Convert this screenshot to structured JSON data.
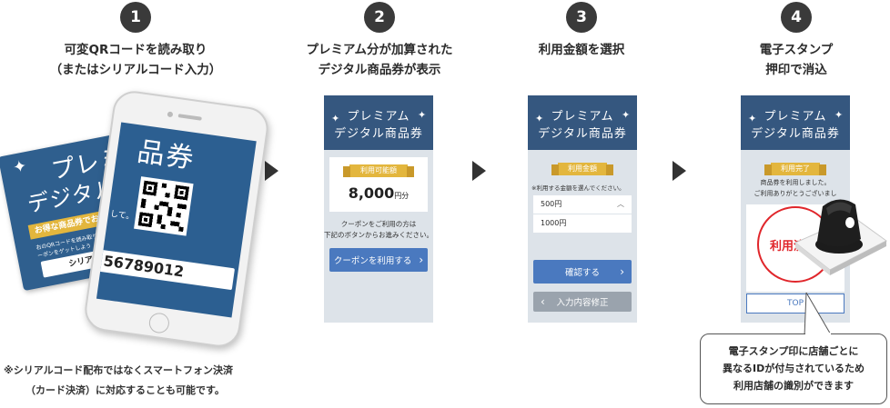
{
  "steps": [
    {
      "number": "1",
      "title_line1": "可変QRコードを読み取り",
      "title_line2": "（またはシリアルコード入力）"
    },
    {
      "number": "2",
      "title_line1": "プレミアム分が加算された",
      "title_line2": "デジタル商品券が表示"
    },
    {
      "number": "3",
      "title_line1": "利用金額を選択",
      "title_line2": ""
    },
    {
      "number": "4",
      "title_line1": "電子スタンプ",
      "title_line2": "押印で消込"
    }
  ],
  "card": {
    "title_line1": "プレミ",
    "title_line2": "デジタル",
    "banner": "お得な商品券でお得に",
    "small_text": "右のQRコードを読み取りシリアル お得なクーポンをゲットしよう",
    "serial_label": "シリアルナンバ"
  },
  "phone1": {
    "heading": "品券",
    "serial": "56789012",
    "cut_text": "して。"
  },
  "screen_header": {
    "line1": "プレミアム",
    "line2": "デジタル商品券"
  },
  "screen2": {
    "ribbon": "利用可能額",
    "amount": "8,000",
    "unit": "円分",
    "note_line1": "クーポンをご利用の方は",
    "note_line2": "下記のボタンからお進みください。",
    "button": "クーポンを利用する",
    "button_chevron": "›"
  },
  "screen3": {
    "ribbon": "利用金額",
    "instruction": "※利用する金額を選んでください。",
    "options": [
      "500円",
      "1000円"
    ],
    "chevron_up": "︿",
    "confirm": "確認する",
    "confirm_chevron": "›",
    "back": "入力内容修正",
    "back_chevron": "‹"
  },
  "screen4": {
    "ribbon": "利用完了",
    "line1": "商品券を利用しました。",
    "line2": "ご利用ありがとうございまし",
    "stamp": "利用済",
    "button": "TOP"
  },
  "footnote": {
    "line1": "※シリアルコード配布ではなくスマートフォン決済",
    "line2": "（カード決済）に対応することも可能です。"
  },
  "callout": {
    "line1": "電子スタンプ印に店舗ごとに",
    "line2": "異なるIDが付与されているため",
    "line3": "利用店舗の識別ができます"
  }
}
